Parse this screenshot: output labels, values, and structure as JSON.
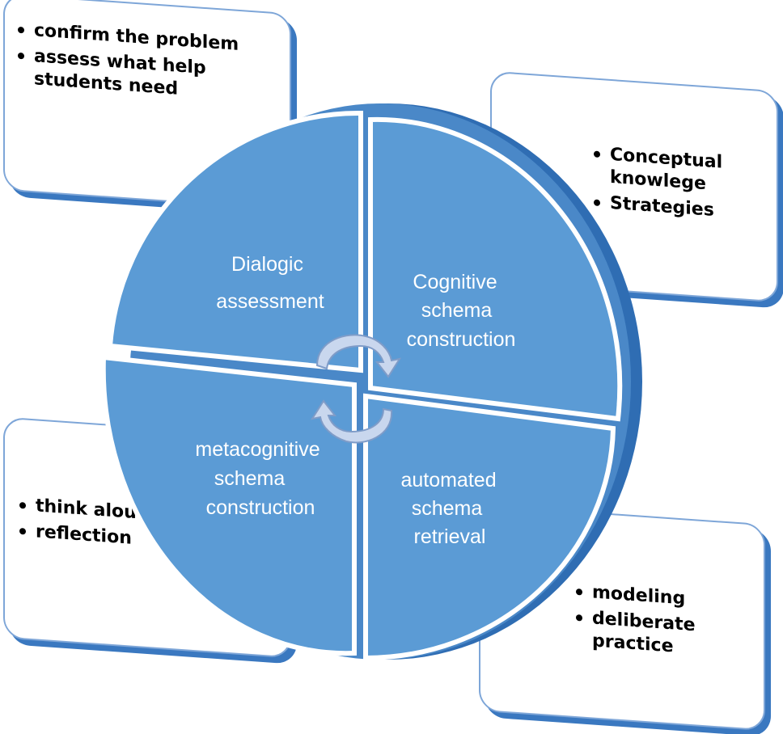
{
  "colors": {
    "disc_fill": "#5b9bd5",
    "disc_side": "#2f6db3",
    "box_border": "#7ea6d8",
    "box_shadow": "#3a78c0",
    "arrow_fill": "#c9d7ee"
  },
  "quadrants": {
    "top_left": [
      "Dialogic",
      "assessment"
    ],
    "top_right": [
      "Cognitive",
      "schema",
      "construction"
    ],
    "bottom_left": [
      "metacognitive",
      "schema",
      "construction"
    ],
    "bottom_right": [
      "automated",
      "schema",
      "retrieval"
    ]
  },
  "callouts": {
    "top_left": [
      "confirm the problem",
      "assess what help students need"
    ],
    "top_right": [
      "Conceptual knowlege",
      "Strategies"
    ],
    "bottom_left": [
      "think aloud",
      "reflection"
    ],
    "bottom_right": [
      "modeling",
      "deliberate practice"
    ]
  },
  "icons": {
    "cycle": "circular-cycle-arrows-icon"
  }
}
